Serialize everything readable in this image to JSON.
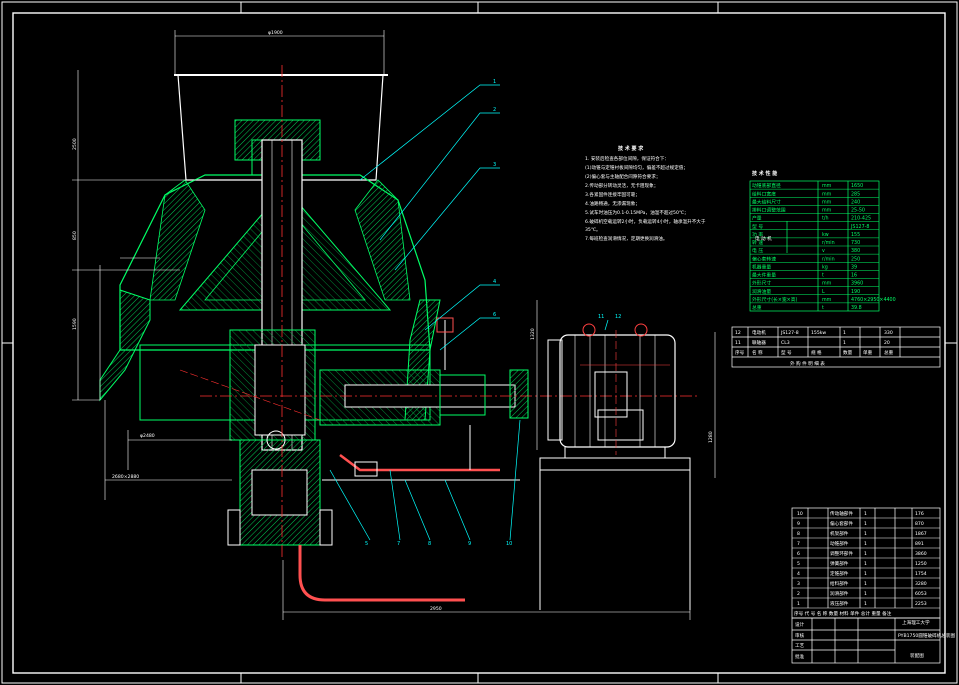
{
  "dimensions": {
    "top_width": "φ1900",
    "overall_width": "2950",
    "d1": "φ2480",
    "d2": "2680×2880",
    "motor_height": "1280",
    "shaft_height": "1320",
    "left_height_1": "850",
    "left_height_2": "1590",
    "left_height_3": "2500"
  },
  "callouts": [
    "1",
    "2",
    "3",
    "4",
    "5",
    "6",
    "7",
    "8",
    "9",
    "10",
    "11",
    "12"
  ],
  "tech_requirements": {
    "title": "技 术 要 求",
    "lines": [
      "1. 安装后检查各部位间隙，保证符合下：",
      "(1)动锥与定锥衬板间隙均匀，偏差不超过规定值；",
      "(2)偏心套与主轴配合间隙符合要求；",
      "2.传动部分转动灵活，无卡阻现象；",
      "3.各紧固件连接牢固可靠；",
      "4.油路畅通，无渗漏现象；",
      "5.试车时油压为0.1-0.15MPa，油温不超过50℃；",
      "6.破碎机空载运转2小时，负载运转4小时，轴承温升不大于",
      "  35℃。",
      "7.每班检查润滑情况，定期更换润滑油。"
    ]
  },
  "tech_specs": {
    "title": "技 术 性 能",
    "rows": [
      [
        "动锥底部直径",
        "mm",
        "1650"
      ],
      [
        "给料口宽度",
        "mm",
        "285"
      ],
      [
        "最大给料尺寸",
        "mm",
        "240"
      ],
      [
        "排料口调整范围",
        "mm",
        "25-50"
      ],
      [
        "产量",
        "t/h",
        "210-425"
      ],
      [
        "型 号",
        "",
        "JS127-8"
      ],
      [
        "功 率",
        "kw",
        "155"
      ],
      [
        "转 速",
        "r/min",
        "730"
      ],
      [
        "电 压",
        "v",
        "380"
      ],
      [
        "偏心套转速",
        "r/min",
        "250"
      ],
      [
        "机器重量",
        "kg",
        "39"
      ],
      [
        "最大件重量",
        "t",
        "16"
      ],
      [
        "外形尺寸",
        "mm",
        "3960"
      ],
      [
        "润滑油量",
        "L",
        "190"
      ],
      [
        "外形尺寸(长×宽×高)",
        "mm",
        "4760×2950×4400"
      ],
      [
        "总重",
        "t",
        "39.8"
      ]
    ],
    "group_label": "电 动 机"
  },
  "motor_table": {
    "rows": [
      [
        "12",
        "电动机",
        "JS127-8",
        "155kw",
        "1",
        "",
        "330"
      ],
      [
        "11",
        "联轴器",
        "CL3",
        "",
        "1",
        "",
        "20"
      ]
    ],
    "caption_row": [
      "序号",
      "名 称",
      "型 号",
      "规 格",
      "数量",
      "单重",
      "总重"
    ],
    "caption": "外 购 件 明 细 表"
  },
  "bom": {
    "rows": [
      [
        "10",
        "传动轴部件",
        "1",
        "176"
      ],
      [
        "9",
        "偏心套部件",
        "1",
        "870"
      ],
      [
        "8",
        "机架部件",
        "1",
        "1867"
      ],
      [
        "7",
        "动锥部件",
        "1",
        "891"
      ],
      [
        "6",
        "调整环部件",
        "1",
        "3860"
      ],
      [
        "5",
        "弹簧部件",
        "1",
        "1250"
      ],
      [
        "4",
        "定锥部件",
        "1",
        "1754"
      ],
      [
        "3",
        "给料部件",
        "1",
        "3280"
      ],
      [
        "2",
        "润滑部件",
        "1",
        "6053"
      ],
      [
        "1",
        "液压部件",
        "1",
        "2253"
      ]
    ],
    "header": "序号  代  号   名    称   数量  材料  单件 总计 重量  备注"
  },
  "title_block": {
    "school": "上海理工大学",
    "drawing_name": "PYB1750圆锥破碎机总装图",
    "sheet": "装配图",
    "rows": [
      "设计",
      "审核",
      "工艺",
      "批准"
    ]
  },
  "colors": {
    "background": "#000000",
    "frame": "#ffffff",
    "parts": "#00ff66",
    "leaders": "#00ffff",
    "centerline": "#ff3030",
    "hatch": "#00cc55",
    "oil_pipe": "#ff5050",
    "motor_red": "#ff4040"
  }
}
